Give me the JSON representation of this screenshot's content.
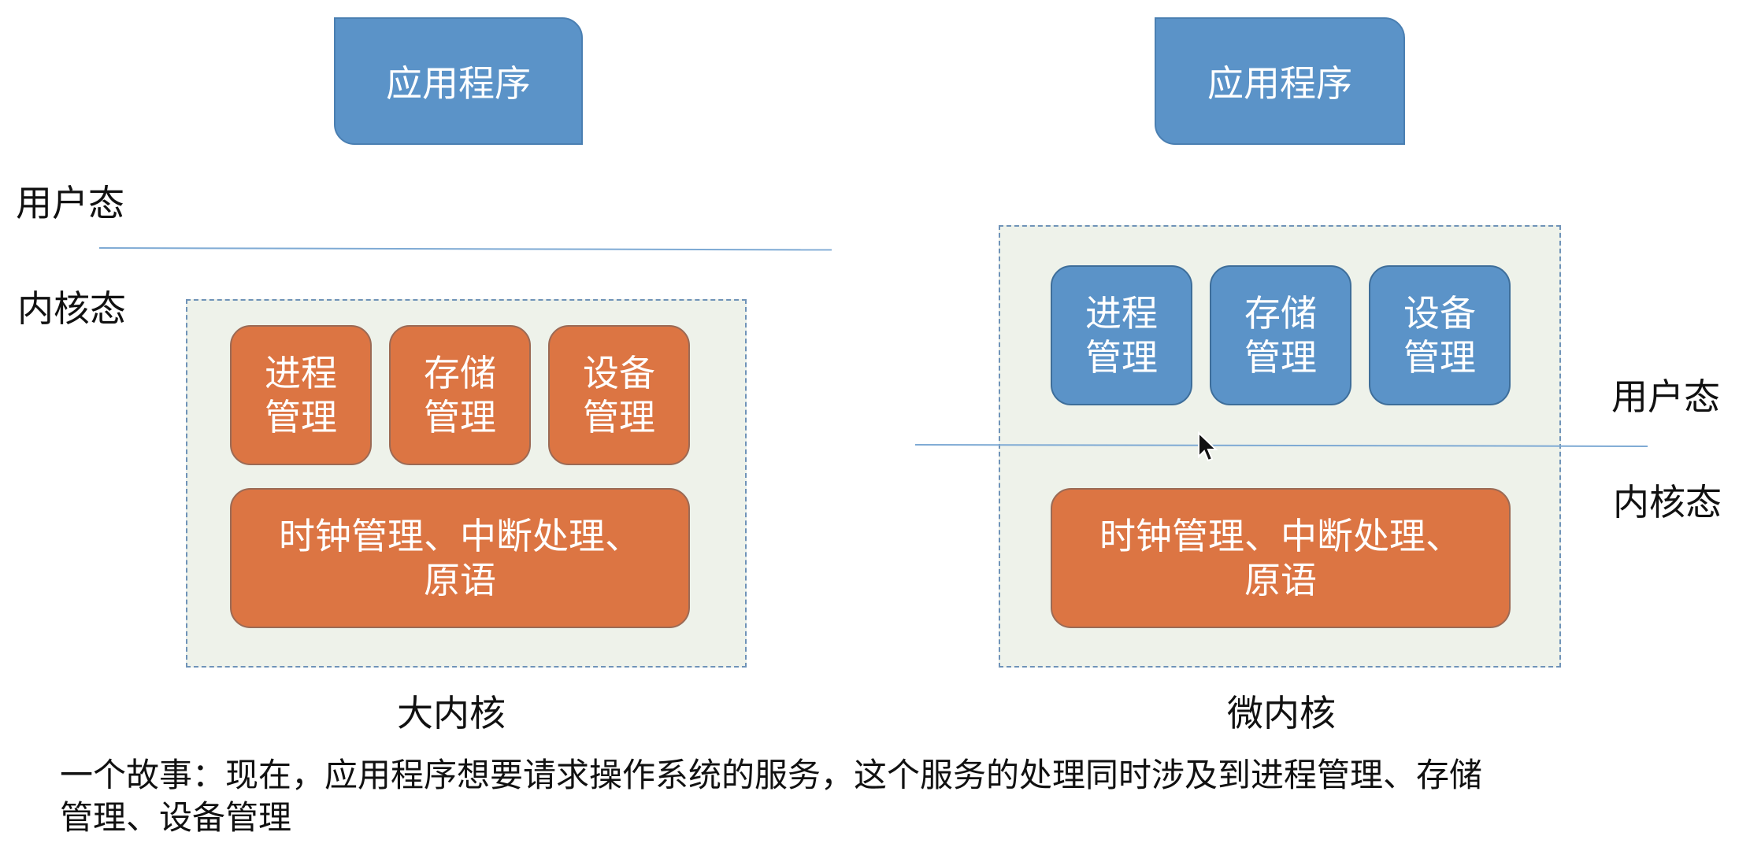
{
  "left": {
    "app": "应用程序",
    "user_mode": "用户态",
    "kernel_mode": "内核态",
    "modules": {
      "process_l1": "进程",
      "process_l2": "管理",
      "storage_l1": "存储",
      "storage_l2": "管理",
      "device_l1": "设备",
      "device_l2": "管理"
    },
    "core_l1": "时钟管理、中断处理、",
    "core_l2": "原语",
    "caption": "大内核"
  },
  "right": {
    "app": "应用程序",
    "user_mode": "用户态",
    "kernel_mode": "内核态",
    "modules": {
      "process_l1": "进程",
      "process_l2": "管理",
      "storage_l1": "存储",
      "storage_l2": "管理",
      "device_l1": "设备",
      "device_l2": "管理"
    },
    "core_l1": "时钟管理、中断处理、",
    "core_l2": "原语",
    "caption": "微内核"
  },
  "story": {
    "line1": "一个故事：现在，应用程序想要请求操作系统的服务，这个服务的处理同时涉及到进程管理、存储",
    "line2": "管理、设备管理"
  },
  "colors": {
    "blue": "#5b93c8",
    "orange": "#dc7543",
    "region": "#eef2ea",
    "divider": "#7eaad4"
  }
}
